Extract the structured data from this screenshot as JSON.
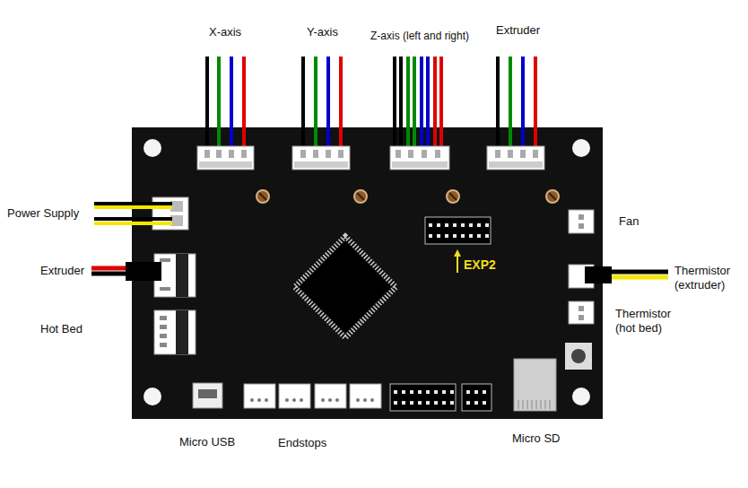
{
  "diagram": {
    "labels": [
      "X-axis",
      "Y-axis",
      "Z-axis (left and right)",
      "Extruder",
      "Power Supply",
      "Extruder",
      "Hot Bed",
      "EXP2",
      "Fan",
      "Thermistor (extruder)",
      "Thermistor (hot bed)",
      "Micro USB",
      "Endstops",
      "Micro SD"
    ]
  }
}
